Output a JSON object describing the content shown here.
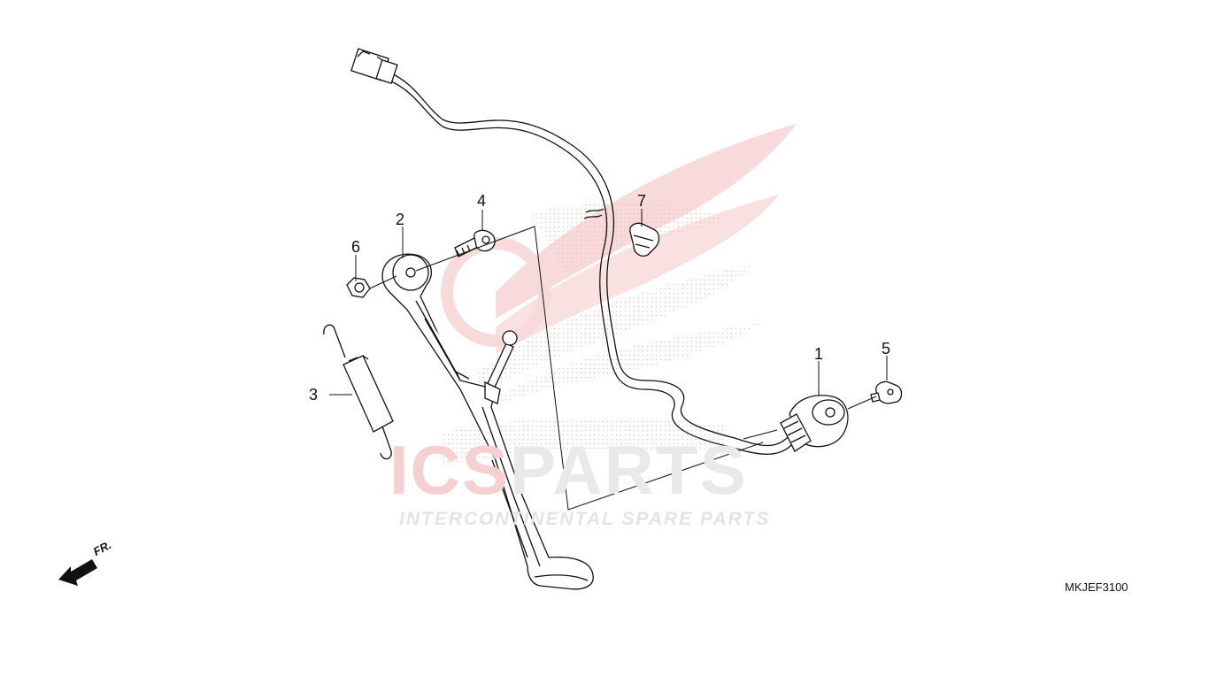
{
  "diagram": {
    "part_code": "MKJEF3100",
    "direction_label": "FR.",
    "watermark": {
      "brand": "ICSPARTS",
      "brand_red": "ICS",
      "brand_grey": "PARTS",
      "tagline": "INTERCONTINENTAL SPARE PARTS",
      "colors": {
        "red": "#f6d0d0",
        "grey": "#e6e6e6"
      }
    },
    "callouts": [
      {
        "id": "1",
        "label": "1"
      },
      {
        "id": "2",
        "label": "2"
      },
      {
        "id": "3",
        "label": "3"
      },
      {
        "id": "4",
        "label": "4"
      },
      {
        "id": "5",
        "label": "5"
      },
      {
        "id": "6",
        "label": "6"
      },
      {
        "id": "7",
        "label": "7"
      }
    ],
    "parts": [
      {
        "callout": "1",
        "icon": "side-stand-switch-icon"
      },
      {
        "callout": "2",
        "icon": "side-stand-icon"
      },
      {
        "callout": "3",
        "icon": "spring-icon"
      },
      {
        "callout": "4",
        "icon": "bolt-icon"
      },
      {
        "callout": "5",
        "icon": "flange-bolt-icon"
      },
      {
        "callout": "6",
        "icon": "nut-icon"
      },
      {
        "callout": "7",
        "icon": "clip-icon"
      }
    ]
  }
}
